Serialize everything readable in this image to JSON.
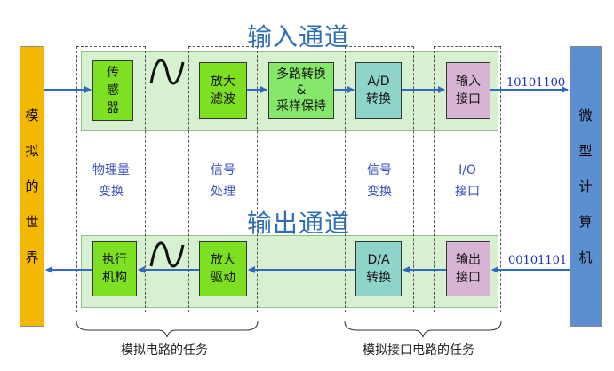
{
  "titles": {
    "input_channel": "输入通道",
    "output_channel": "输出通道"
  },
  "left_bar": {
    "chars": [
      "模",
      "拟",
      "的",
      "世",
      "界"
    ]
  },
  "right_bar": {
    "chars": [
      "微",
      "型",
      "计",
      "算",
      "机"
    ]
  },
  "input_blocks": {
    "sensor": "传\n感\n器",
    "amp_filter": "放大\n滤波",
    "mux_sh": "多路转换\n&\n采样保持",
    "adc": "A/D\n转换",
    "input_port": "输入\n接口"
  },
  "output_blocks": {
    "actuator": "执行\n机构",
    "amp_drive": "放大\n驱动",
    "dac": "D/A\n转换",
    "output_port": "输出\n接口"
  },
  "stage_labels": {
    "physical_conversion": "物理量\n变换",
    "signal_processing": "信号\n处理",
    "signal_conversion": "信号\n变换",
    "io_interface": "I/O\n接口"
  },
  "bits": {
    "input": "10101100",
    "output": "00101101"
  },
  "bottom_labels": {
    "analog_circuit": "模拟电路的任务",
    "analog_interface": "模拟接口电路的任务"
  },
  "colors": {
    "left_bar": "#f5b800",
    "right_bar": "#5b8fd0",
    "band": "#d6f0d0",
    "arrow": "#2f6cc0"
  }
}
